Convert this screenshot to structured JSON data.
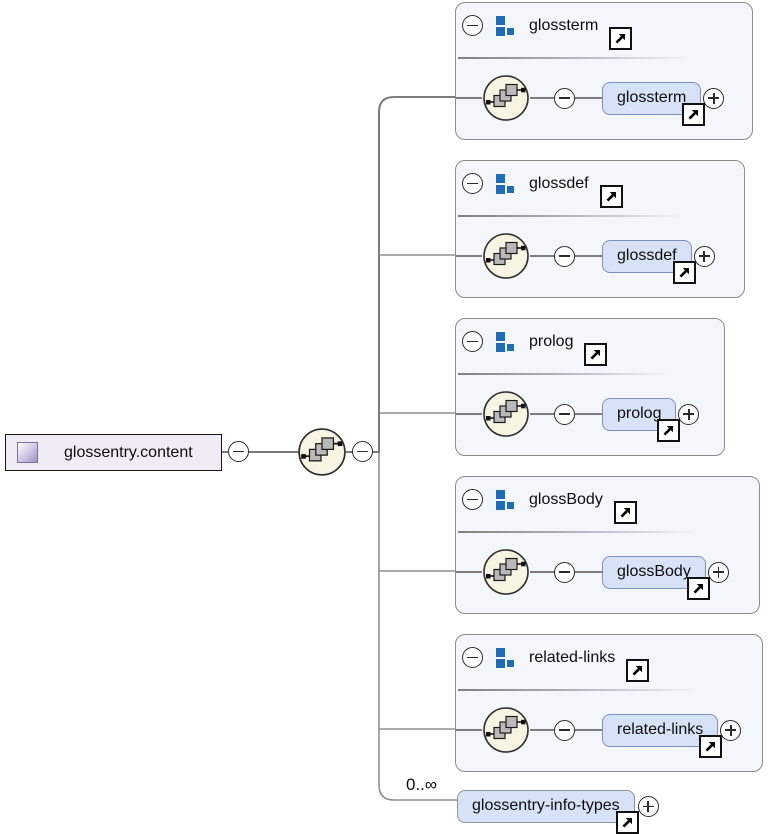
{
  "root": {
    "label": "glossentry.content"
  },
  "compositor": {
    "type": "sequence"
  },
  "groups": [
    {
      "name": "glossterm",
      "element": "glossterm"
    },
    {
      "name": "glossdef",
      "element": "glossdef"
    },
    {
      "name": "prolog",
      "element": "prolog"
    },
    {
      "name": "glossBody",
      "element": "glossBody"
    },
    {
      "name": "related-links",
      "element": "related-links"
    }
  ],
  "bottom": {
    "occurrence": "0..∞",
    "label": "glossentry-info-types"
  },
  "colors": {
    "element_fill": "#d8e2f6",
    "element_border": "#7e8fc0",
    "group_fill": "#f3f6fb",
    "group_border": "#8c8c8c",
    "group_icon_blue": "#1e6db6",
    "sequence_fill": "#f7f5e1",
    "root_fill": "#efecf6",
    "wire_gray": "#7d7d7d"
  }
}
